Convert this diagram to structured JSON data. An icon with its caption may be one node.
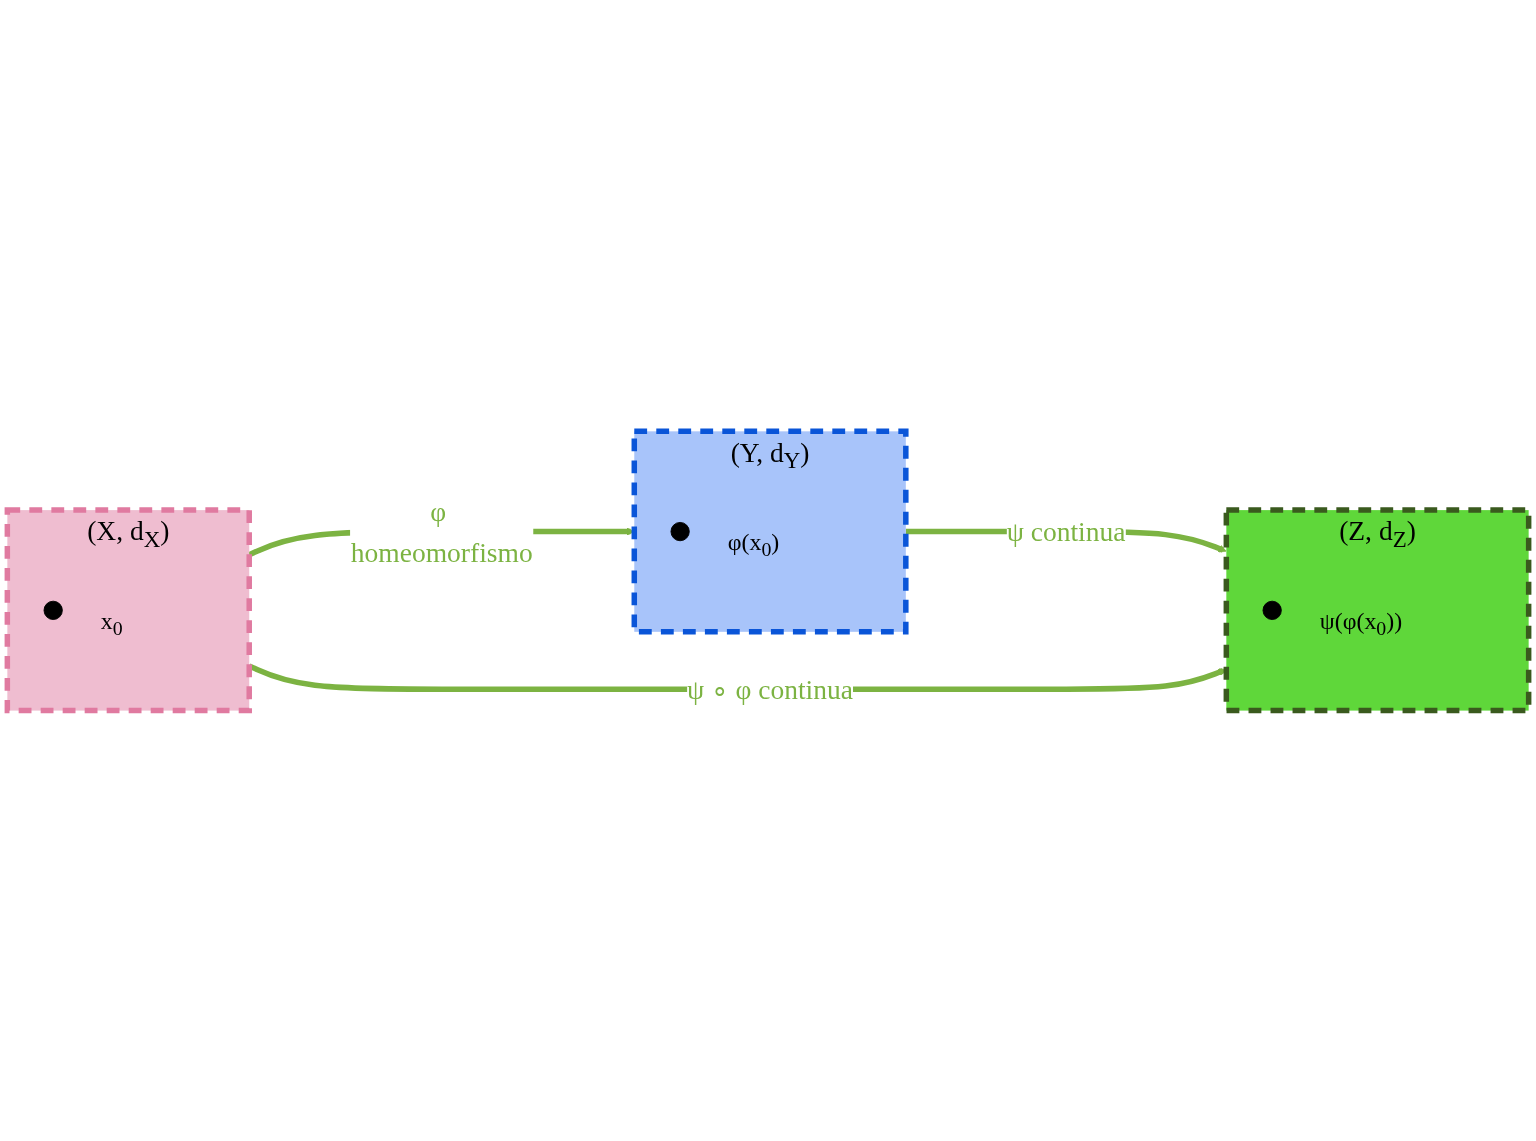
{
  "diagram": {
    "nodes": [
      {
        "text": [
          "(X, d$_{X}$)"
        ]
      },
      {
        "text": [],
        "shape": "circle",
        "in": 0,
        "beside": [
          "x$_{0}$"
        ]
      },
      {
        "text": [
          "(Y, d$_{Y}$)"
        ]
      },
      {
        "text": [],
        "shape": "circle",
        "in": 2,
        "beside": [
          "φ(x$_{0}$)"
        ]
      },
      {
        "text": [
          "(Z, d$_{Z}$)"
        ]
      },
      {
        "text": [],
        "shape": "circle",
        "in": 4,
        "beside": [
          "ψ(φ(x$_{0}$))"
        ]
      }
    ],
    "edges": [
      {
        "from": 0,
        "to": 2,
        "arrow": "to",
        "label": "φ homeomorfismo"
      },
      {
        "from": 2,
        "to": 4,
        "arrow": "to",
        "label": "ψ continua"
      },
      {
        "from": 0,
        "to": 4,
        "arrow": "to",
        "label": "ψ ∘ φ continua"
      }
    ]
  }
}
